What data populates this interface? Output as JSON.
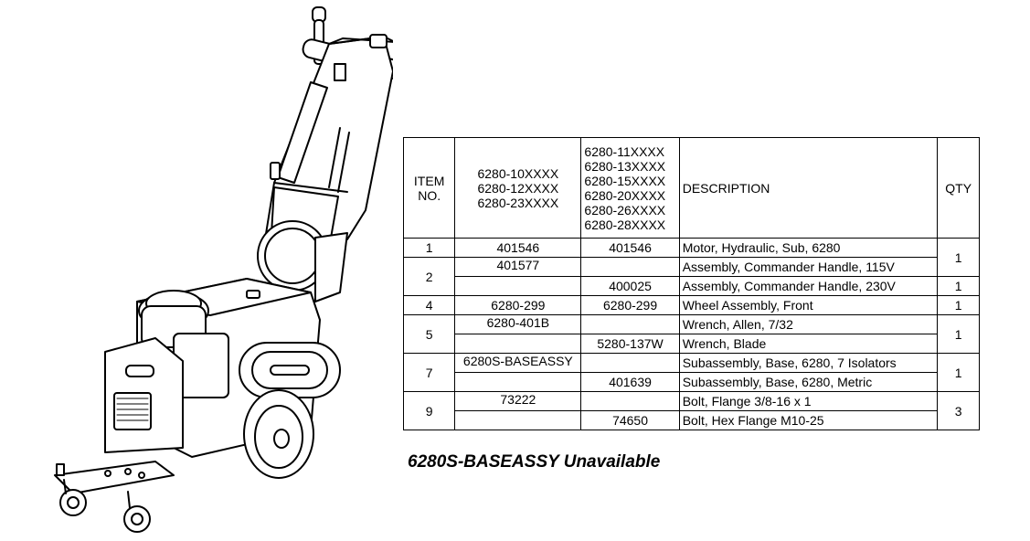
{
  "table": {
    "headers": {
      "item": [
        "ITEM",
        "NO."
      ],
      "col_a": [
        "6280-10XXXX",
        "6280-12XXXX",
        "6280-23XXXX"
      ],
      "col_b": [
        "6280-11XXXX",
        "6280-13XXXX",
        "6280-15XXXX",
        "6280-20XXXX",
        "6280-26XXXX",
        "6280-28XXXX"
      ],
      "description": "DESCRIPTION",
      "qty": "QTY"
    },
    "rows": [
      {
        "item": "1",
        "a": "401546",
        "b": "401546",
        "desc": "Motor, Hydraulic, Sub, 6280",
        "qty": "1"
      },
      {
        "item": "2",
        "a": "401577",
        "b": "",
        "desc": "Assembly, Commander Handle, 115V",
        "qty": "1"
      },
      {
        "item": "",
        "a": "",
        "b": "400025",
        "desc": "Assembly, Commander Handle, 230V",
        "qty": "1"
      },
      {
        "item": "4",
        "a": "6280-299",
        "b": "6280-299",
        "desc": "Wheel Assembly, Front",
        "qty": "1"
      },
      {
        "item": "5",
        "a": "6280-401B",
        "b": "",
        "desc": "Wrench, Allen, 7/32",
        "qty": "1"
      },
      {
        "item": "",
        "a": "",
        "b": "5280-137W",
        "desc": "Wrench, Blade",
        "qty": ""
      },
      {
        "item": "7",
        "a": "6280S-BASEASSY",
        "b": "",
        "desc": "Subassembly, Base, 6280, 7 Isolators",
        "qty": "1"
      },
      {
        "item": "",
        "a": "",
        "b": "401639",
        "desc": "Subassembly, Base, 6280, Metric",
        "qty": ""
      },
      {
        "item": "9",
        "a": "73222",
        "b": "",
        "desc": "Bolt, Flange 3/8-16 x 1",
        "qty": "3"
      },
      {
        "item": "",
        "a": "",
        "b": "74650",
        "desc": "Bolt, Hex Flange M10-25",
        "qty": ""
      }
    ]
  },
  "note": "6280S-BASEASSY Unavailable"
}
